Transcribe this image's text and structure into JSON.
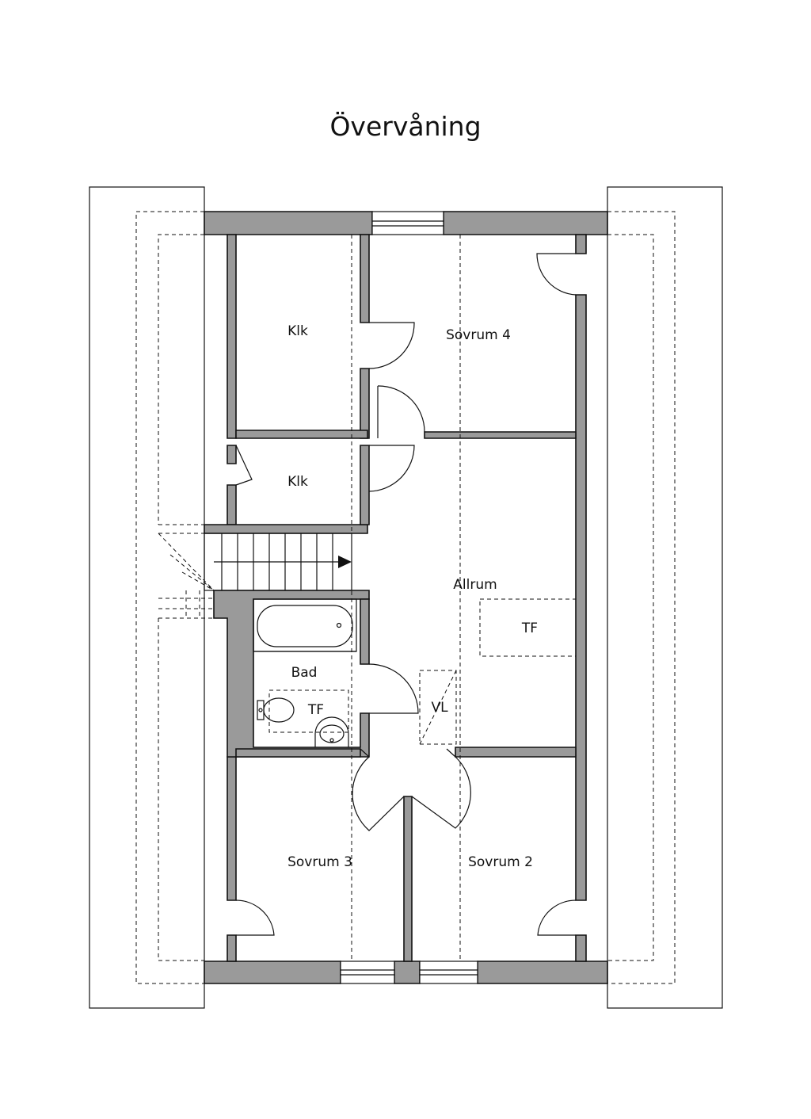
{
  "title": "Övervåning",
  "rooms": {
    "klk_top": "Klk",
    "sovrum4": "Sovrum 4",
    "klk_mid": "Klk",
    "allrum": "Allrum",
    "tf_allrum": "TF",
    "bad": "Bad",
    "tf_bad": "TF",
    "vl": "VL",
    "sovrum3": "Sovrum 3",
    "sovrum2": "Sovrum 2"
  },
  "colors": {
    "wall": "#9a9a9a",
    "line": "#111111",
    "background": "#ffffff"
  }
}
